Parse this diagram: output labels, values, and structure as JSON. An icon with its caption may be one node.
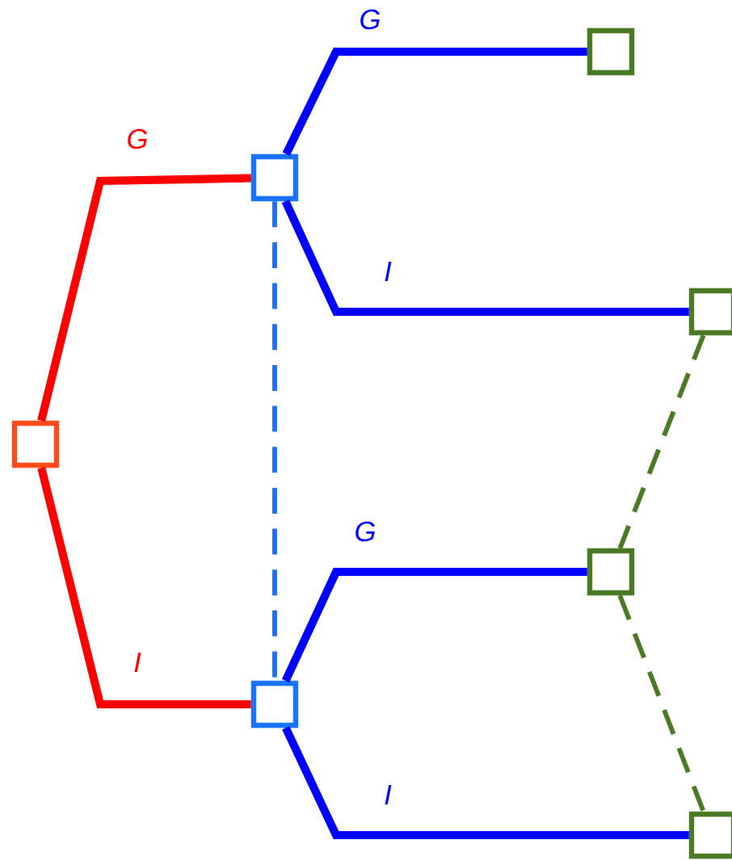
{
  "diagram": {
    "nodes": [
      {
        "text": [],
        "shape": "box"
      },
      {
        "text": [],
        "shape": "box"
      },
      {
        "text": [],
        "shape": "box"
      },
      {
        "text": [],
        "shape": "box"
      },
      {
        "text": [],
        "shape": "box"
      },
      {
        "text": [],
        "shape": "box"
      },
      {
        "text": [],
        "shape": "box"
      }
    ],
    "edges": [
      {
        "from": 0,
        "to": 1,
        "arrow": "none",
        "label": "G",
        "color": "#ff0000"
      },
      {
        "from": 0,
        "to": 2,
        "arrow": "none",
        "label": "I",
        "color": "#ff0000"
      },
      {
        "from": 1,
        "to": 3,
        "arrow": "none",
        "label": "G",
        "color": "#0000ff"
      },
      {
        "from": 1,
        "to": 4,
        "arrow": "none",
        "label": "I",
        "color": "#0000ff"
      },
      {
        "from": 2,
        "to": 5,
        "arrow": "none",
        "label": "G",
        "color": "#0000ff"
      },
      {
        "from": 2,
        "to": 6,
        "arrow": "none",
        "label": "I",
        "color": "#0000ff"
      },
      {
        "from": 1,
        "to": 2,
        "arrow": "none",
        "style": "dashed",
        "color": "#1a6fff"
      },
      {
        "from": 4,
        "to": 5,
        "arrow": "none",
        "style": "dashed",
        "color": "#4b7a26"
      },
      {
        "from": 5,
        "to": 6,
        "arrow": "none",
        "style": "dashed",
        "color": "#4b7a26"
      }
    ]
  }
}
